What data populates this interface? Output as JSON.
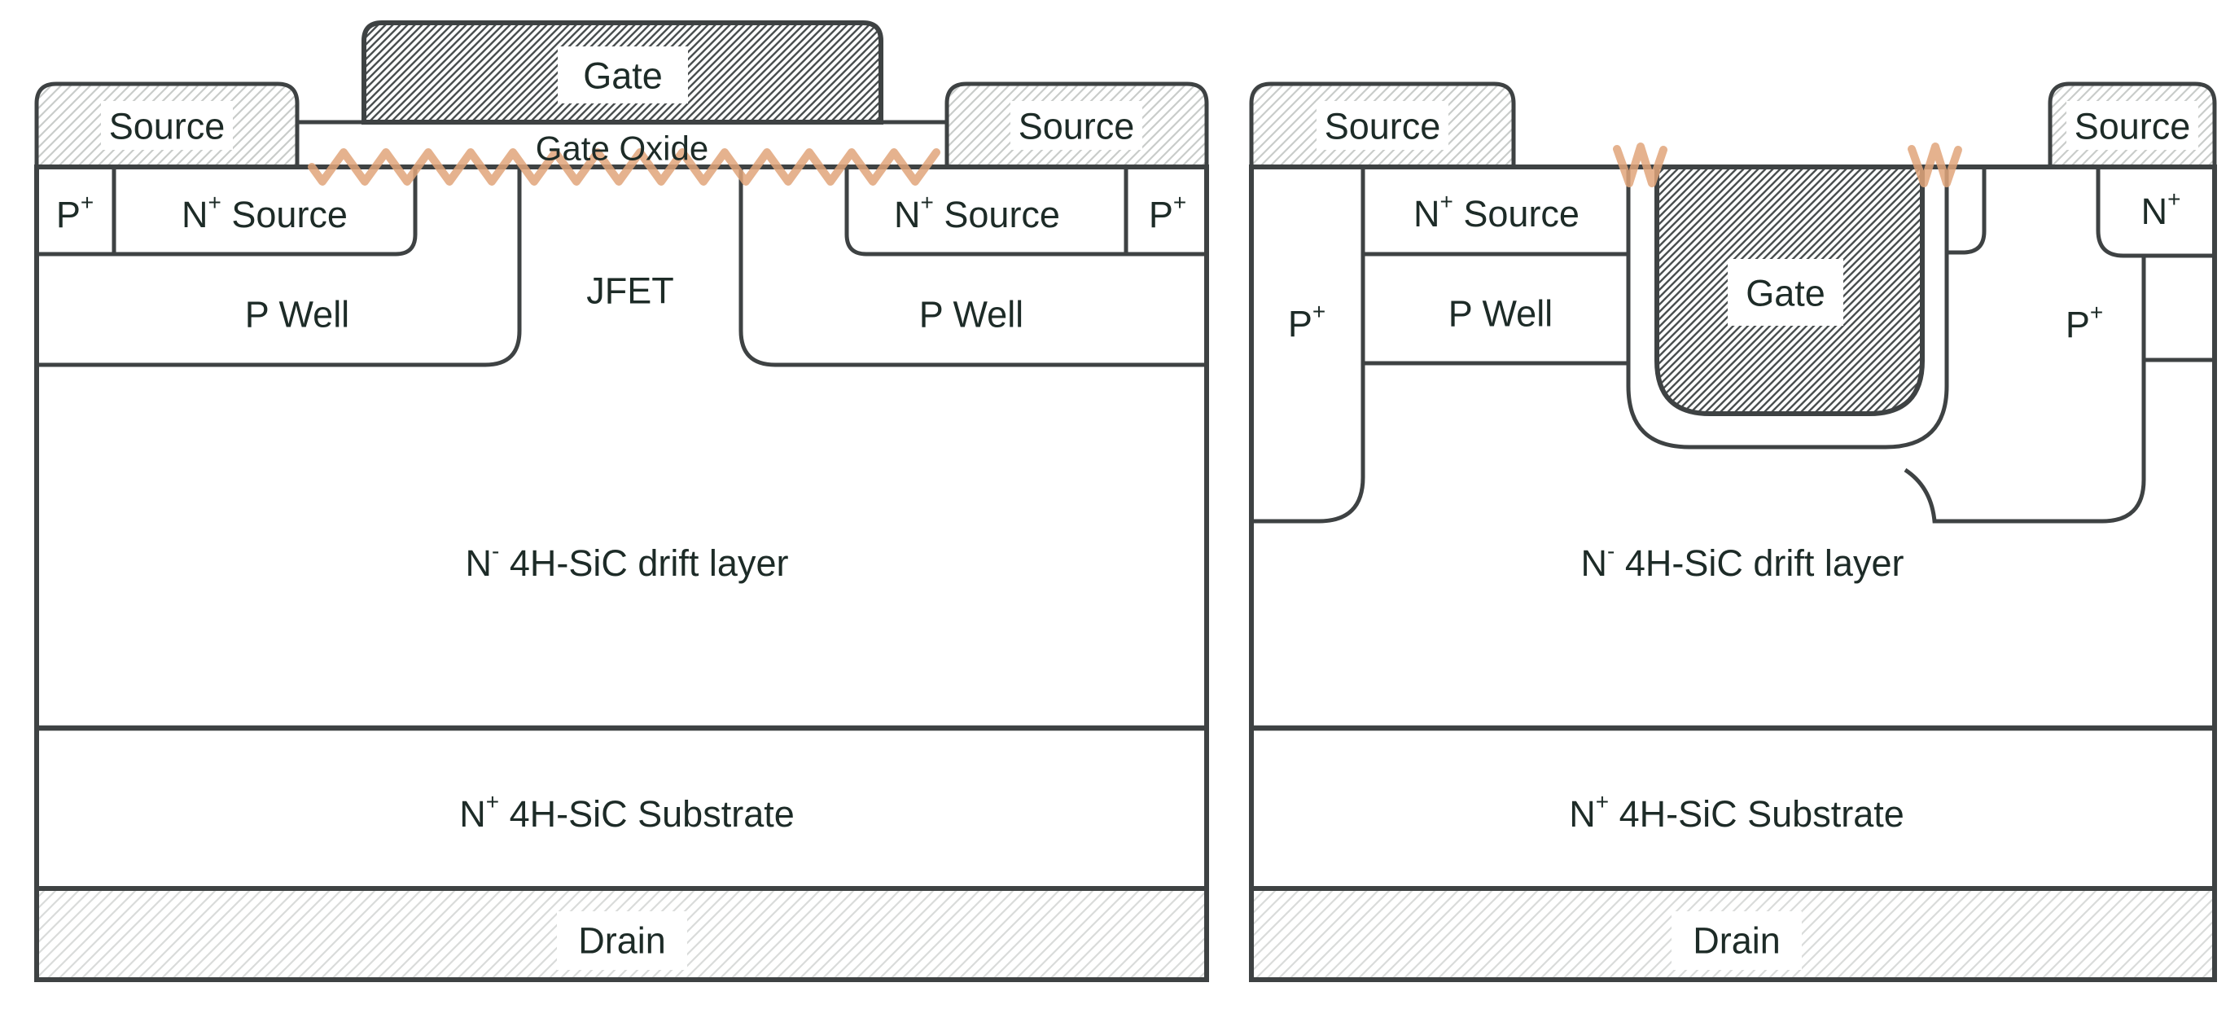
{
  "figure": {
    "description": "Cross-section diagrams of two 4H-SiC power MOSFET structures: planar (DMOSFET) on the left and trench (UMOSFET) on the right",
    "panel_count": 2
  },
  "planar": {
    "gate": "Gate",
    "gate_oxide": "Gate Oxide",
    "source_left": "Source",
    "source_right": "Source",
    "p_plus_left": {
      "base": "P",
      "sup": "+"
    },
    "p_plus_right": {
      "base": "P",
      "sup": "+"
    },
    "n_source_left": {
      "base": "N",
      "sup": "+",
      "rest": " Source"
    },
    "n_source_right": {
      "base": "N",
      "sup": "+",
      "rest": " Source"
    },
    "p_well_left": "P Well",
    "p_well_right": "P Well",
    "jfet": "JFET",
    "drift": {
      "base": "N",
      "sup": "-",
      "rest": " 4H-SiC drift layer"
    },
    "substrate": {
      "base": "N",
      "sup": "+",
      "rest": " 4H-SiC Substrate"
    },
    "drain": "Drain"
  },
  "trench": {
    "source_left": "Source",
    "source_right": "Source",
    "n_source": {
      "base": "N",
      "sup": "+",
      "rest": " Source"
    },
    "p_well": "P Well",
    "p_plus_left": {
      "base": "P",
      "sup": "+"
    },
    "p_plus_right": {
      "base": "P",
      "sup": "+"
    },
    "n_plus_right": {
      "base": "N",
      "sup": "+"
    },
    "gate": "Gate",
    "drift": {
      "base": "N",
      "sup": "-",
      "rest": " 4H-SiC drift layer"
    },
    "substrate": {
      "base": "N",
      "sup": "+",
      "rest": " 4H-SiC Substrate"
    },
    "drain": "Drain"
  },
  "colors": {
    "background": "#ffffff",
    "outline": "#3e4243",
    "text": "#1d2b27",
    "interface_marker": "#e0a47a",
    "gate_hatch": "#4a4f50",
    "contact_hatch": "#c9ccca",
    "drain_hatch": "#d9dbda"
  }
}
